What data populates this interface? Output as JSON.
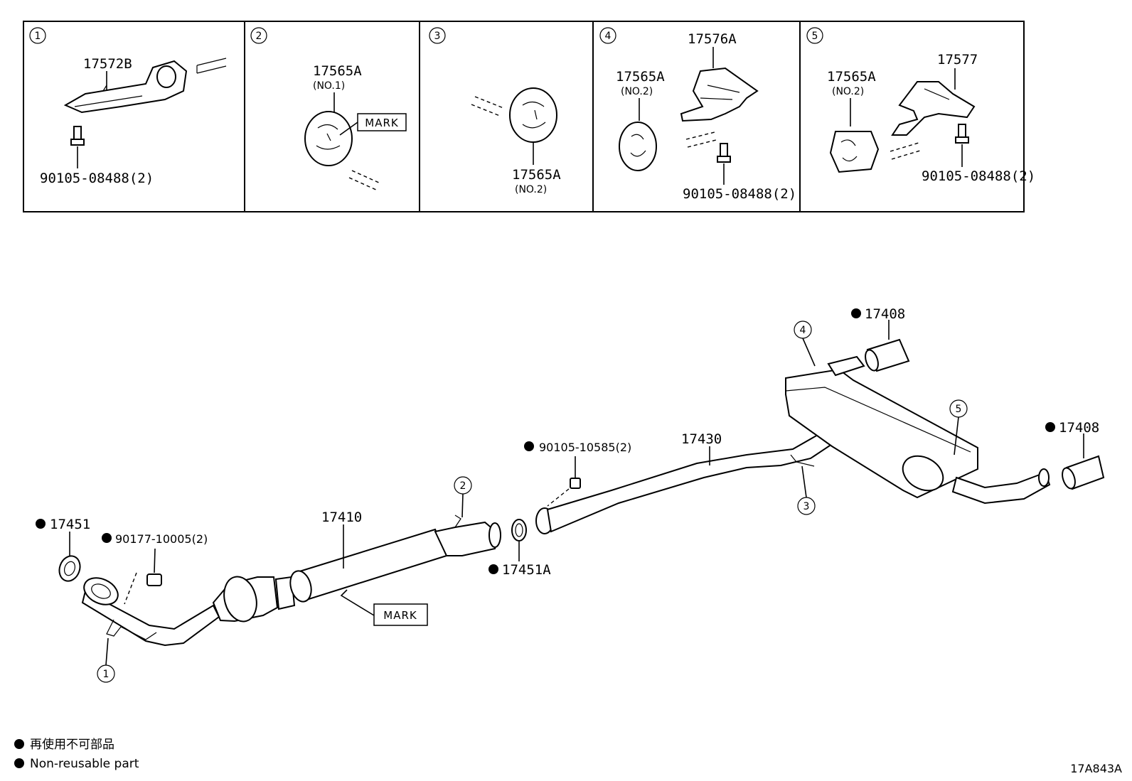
{
  "detail_panels": [
    {
      "ref": "1",
      "parts": [
        "17572B",
        "90105-08488(2)"
      ]
    },
    {
      "ref": "2",
      "parts": [
        "17565A"
      ],
      "sub": "(NO.1)",
      "mark": "MARK"
    },
    {
      "ref": "3",
      "parts": [
        "17565A"
      ],
      "sub": "(NO.2)"
    },
    {
      "ref": "4",
      "parts": [
        "17565A",
        "17576A",
        "90105-08488(2)"
      ],
      "sub": "(NO.2)"
    },
    {
      "ref": "5",
      "parts": [
        "17565A",
        "17577",
        "90105-08488(2)"
      ],
      "sub": "(NO.2)"
    }
  ],
  "main": {
    "p17451": "17451",
    "p90177": "90177-10005(2)",
    "p17410": "17410",
    "mark": "MARK",
    "p17451A": "17451A",
    "p90105_10585": "90105-10585(2)",
    "p17430": "17430",
    "p17408_top": "17408",
    "p17408_right": "17408",
    "refs": [
      "1",
      "2",
      "3",
      "4",
      "5"
    ]
  },
  "legend": {
    "jp": "再使用不可部品",
    "en": "Non-reusable part"
  },
  "diagram_code": "17A843A"
}
